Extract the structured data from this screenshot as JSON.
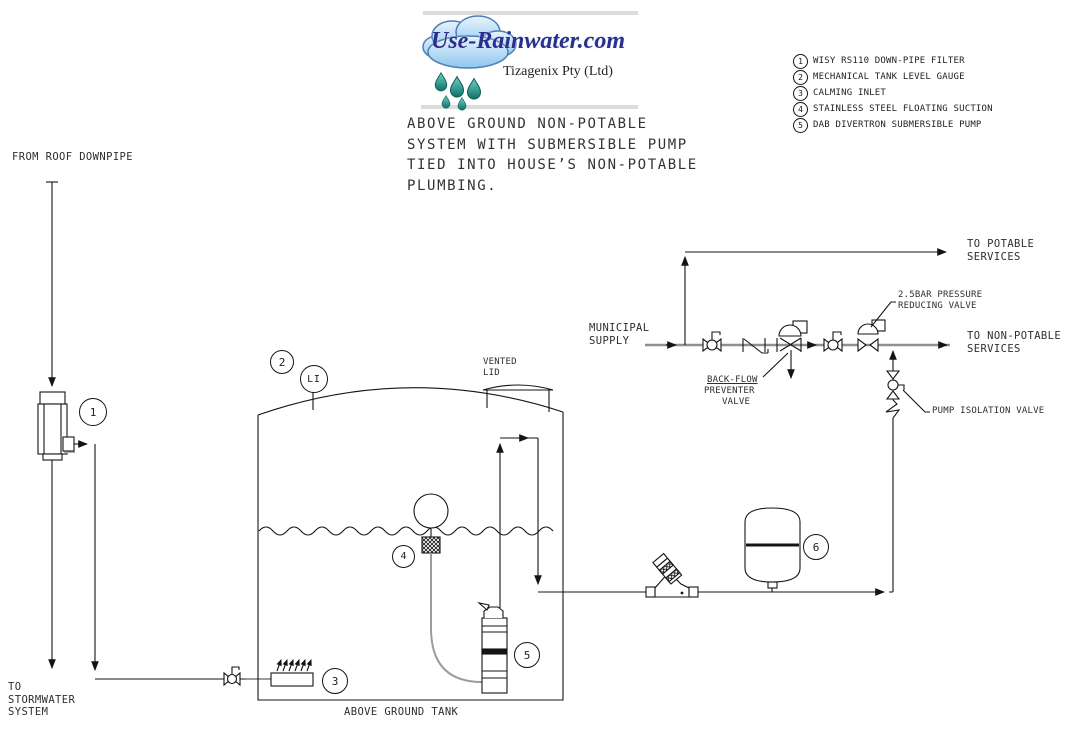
{
  "logo": {
    "site": "Use-Rainwater.com",
    "company": "Tizagenix Pty (Ltd)"
  },
  "title": "ABOVE GROUND NON-POTABLE\nSYSTEM WITH SUBMERSIBLE PUMP\nTIED INTO HOUSE’S NON-POTABLE\nPLUMBING.",
  "legend": {
    "items": [
      {
        "num": "1",
        "label": "WISY RS110 DOWN-PIPE FILTER"
      },
      {
        "num": "2",
        "label": "MECHANICAL TANK LEVEL GAUGE"
      },
      {
        "num": "3",
        "label": "CALMING INLET"
      },
      {
        "num": "4",
        "label": "STAINLESS STEEL FLOATING SUCTION"
      },
      {
        "num": "5",
        "label": "DAB DIVERTRON SUBMERSIBLE PUMP"
      }
    ]
  },
  "labels": {
    "from_roof_downpipe": "FROM ROOF DOWNPIPE",
    "to_stormwater": "TO\nSTORMWATER\nSYSTEM",
    "municipal_supply": "MUNICIPAL\nSUPPLY",
    "to_potable": "TO POTABLE\nSERVICES",
    "to_non_potable": "TO NON-POTABLE\nSERVICES",
    "pressure_reducing_valve": "2.5BAR PRESSURE\nREDUCING VALVE",
    "backflow_line1": "BACK-FLOW",
    "backflow_line2": "PREVENTER",
    "backflow_line3": "VALVE",
    "pump_isolation_valve": "PUMP ISOLATION VALVE",
    "vented_lid": "VENTED\nLID",
    "above_ground_tank": "ABOVE GROUND TANK",
    "level_gauge": "LI"
  },
  "callouts": {
    "c1": "1",
    "c2": "2",
    "c3": "3",
    "c4": "4",
    "c5": "5",
    "c6": "6"
  },
  "colors": {
    "line": "#141414",
    "pipe_gray": "#8f8f8f",
    "logo_text": "#2b2e8c",
    "cloud_fill": "#a9d2f2",
    "cloud_stroke": "#4a7fb5",
    "raindrop_teal": "#17897e",
    "band_gray": "#dcdcdc",
    "background": "#ffffff"
  }
}
